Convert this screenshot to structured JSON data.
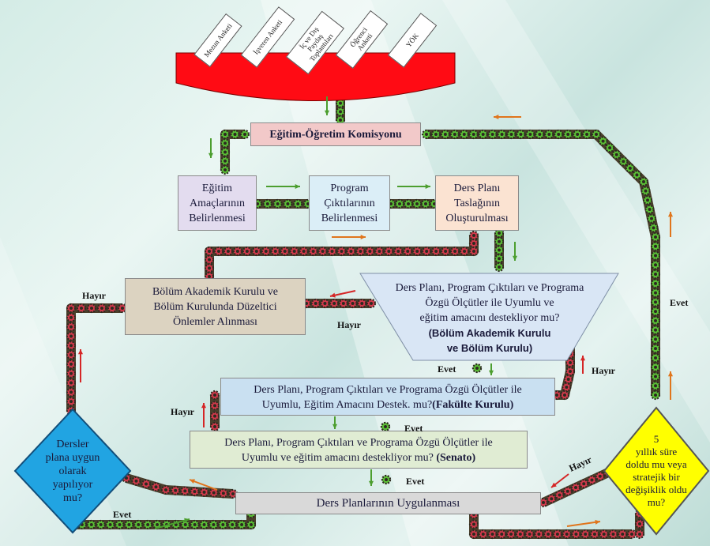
{
  "inputs": [
    {
      "label": "Mezun Anketi"
    },
    {
      "label": "İşveren Anketi"
    },
    {
      "label": "İç ve Dış\nPaydaş\nToplantıları"
    },
    {
      "label": "Öğrenci\nAnketi"
    },
    {
      "label": "YÖK"
    }
  ],
  "nodes": {
    "komisyon": "Eğitim-Öğretim Komisyonu",
    "egitim_amaclari": "Eğitim\nAmaçlarının\nBelirlenmesi",
    "program_ciktilari": "Program\nÇıktılarının\nBelirlenmesi",
    "ders_plani_taslagi": "Ders Planı\nTaslağının\nOluşturulması",
    "bolum_kurulu_duzeltici": "Bölüm Akademik Kurulu ve\nBölüm Kurulunda Düzeltici\nÖnlemler Alınması",
    "bolum_karar_question": "Ders Planı, Program Çıktıları ve Programa\nÖzgü Ölçütler ile Uyumlu ve\neğitim amacını destekliyor mu?",
    "bolum_karar_org": "(Bölüm Akademik Kurulu\nve Bölüm Kurulu)",
    "fakulte_question": "Ders Planı, Program Çıktıları ve Programa Özgü Ölçütler ile\nUyumlu, Eğitim Amacını Destek.  mu?",
    "fakulte_org": "(Fakülte Kurulu)",
    "senato_question": "Ders Planı, Program Çıktıları ve Programa Özgü Ölçütler ile\nUyumlu ve eğitim amacını destekliyor mu?",
    "senato_org": "(Senato)",
    "uygulama": "Ders Planlarının Uygulanması",
    "dersler_karar": "Dersler\nplana uygun\nolarak\nyapılıyor\nmu?",
    "bes_yil_karar": "5\nyıllık süre\ndoldu mu veya\nstratejik bir\ndeğişiklik oldu\nmu?"
  },
  "edge_labels": {
    "hayir_left": "Hayır",
    "hayir_mid": "Hayır",
    "evet_bolum": "Evet",
    "hayir_right": "Hayır",
    "hayir_fakulte": "Hayır",
    "evet_fakulte": "Evet",
    "evet_senato": "Evet",
    "evet_dersler": "Evet",
    "evet_right": "Evet",
    "hayir_yellow": "Hayır"
  },
  "colors": {
    "komisyon_fill": "#f2c9c9",
    "amaclar_fill": "#e3dcef",
    "program_fill": "#dbeef7",
    "taslak_fill": "#fbe3d2",
    "duzeltici_fill": "#dcd3c1",
    "bolum_question_fill": "#d9e6f5",
    "fakulte_fill": "#c9e0f1",
    "senato_fill": "#e0ecd3",
    "uygulama_fill": "#d9d9d9",
    "dersler_fill": "#21a4e2",
    "bes_yil_fill": "#ffff00",
    "hopper_fill": "#ff0b14",
    "gear_green": "#5bc236",
    "gear_red": "#d43a4c",
    "arrow_green": "#4c9e2f",
    "arrow_orange": "#e0751c",
    "arrow_red": "#d52626"
  }
}
